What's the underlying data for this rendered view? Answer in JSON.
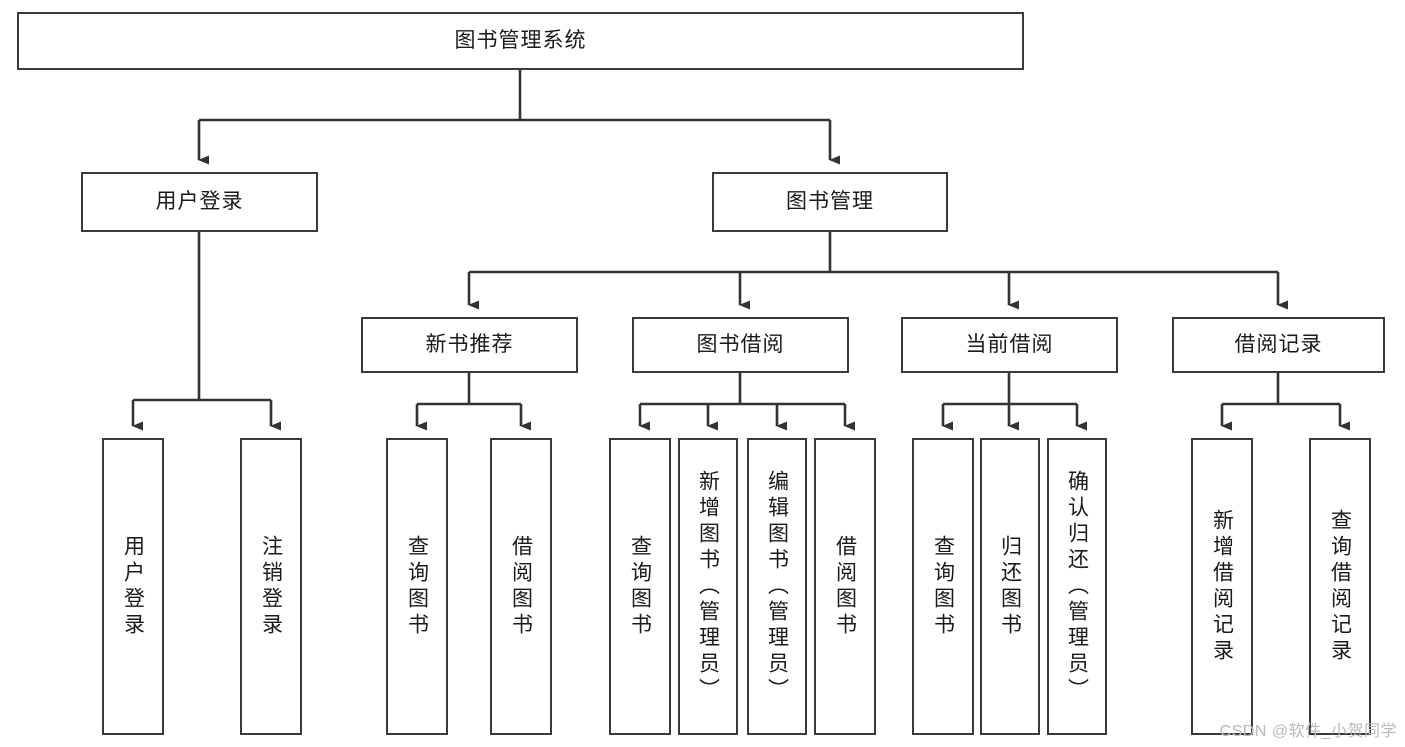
{
  "diagram": {
    "title": "图书管理系统",
    "type": "tree-hierarchy",
    "watermark": "CSDN @软件_小贺同学",
    "colors": {
      "box_border": "#3a3a3a",
      "box_fill": "#ffffff",
      "connector": "#333333",
      "text": "#1a1a1a",
      "watermark": "#b9b9b9"
    },
    "levels": {
      "root_label": "图书管理系统",
      "level2": [
        {
          "label": "用户登录"
        },
        {
          "label": "图书管理"
        }
      ],
      "level3": [
        {
          "label": "新书推荐"
        },
        {
          "label": "图书借阅"
        },
        {
          "label": "当前借阅"
        },
        {
          "label": "借阅记录"
        }
      ]
    },
    "leaves": {
      "user_login": [
        {
          "label": "用户登录"
        },
        {
          "label": "注销登录"
        }
      ],
      "new_book_recommend": [
        {
          "label": "查询图书"
        },
        {
          "label": "借阅图书"
        }
      ],
      "book_borrow": [
        {
          "label": "查询图书"
        },
        {
          "label": "新增图书（管理员）"
        },
        {
          "label": "编辑图书（管理员）"
        },
        {
          "label": "借阅图书"
        }
      ],
      "current_borrow": [
        {
          "label": "查询图书"
        },
        {
          "label": "归还图书"
        },
        {
          "label": "确认归还（管理员）"
        }
      ],
      "borrow_records": [
        {
          "label": "新增借阅记录"
        },
        {
          "label": "查询借阅记录"
        }
      ]
    }
  }
}
